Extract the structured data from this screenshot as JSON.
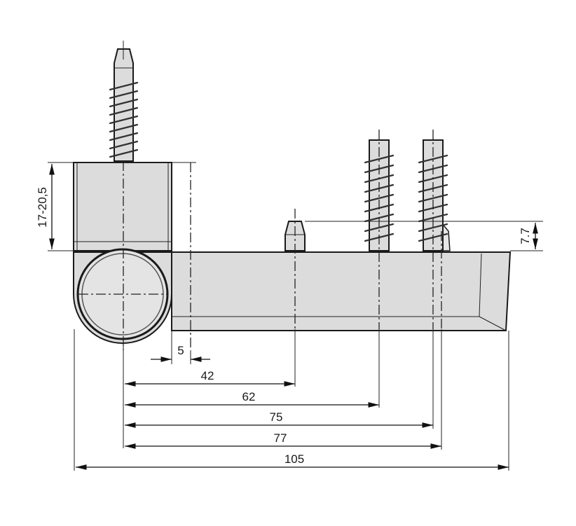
{
  "drawing": {
    "title": "Hinge technical drawing",
    "colors": {
      "part_fill": "#dcdcdc",
      "line": "#1a1a1a",
      "background": "#ffffff"
    }
  },
  "dimensions": {
    "vertical_left": "17-20,5",
    "vertical_right": "7.7",
    "d5": "5",
    "d42": "42",
    "d62": "62",
    "d75": "75",
    "d77": "77",
    "d105": "105"
  }
}
